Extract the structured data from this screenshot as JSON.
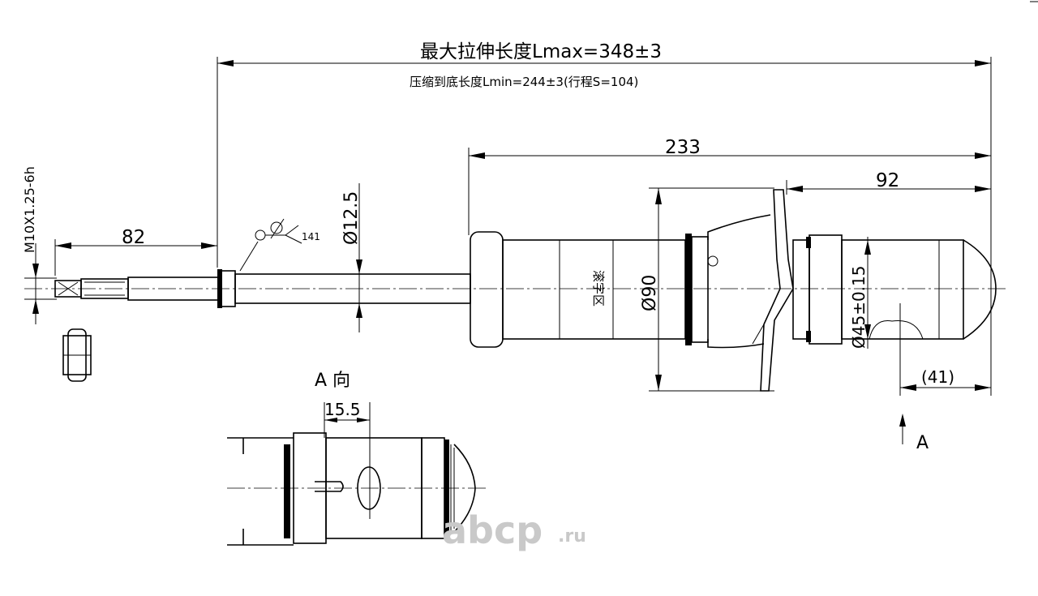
{
  "dimensions": {
    "lmax": "最大拉伸长度Lmax=348±3",
    "lmin": "压缩到底长度Lmin=244±3(行程S=104)",
    "body_length": "233",
    "mount_to_end": "92",
    "rod_thread_length": "82",
    "thread_spec": "M10X1.25-6h",
    "rod_diameter": "Ø12.5",
    "roughness_value": "141",
    "body_diameter": "Ø90",
    "collar_diameter": "Ø45±0.15",
    "eye_length": "(41)",
    "detail_width": "15.5"
  },
  "labels": {
    "zone_text": "滚字区",
    "view_arrow": "A",
    "view_title": "A 向"
  },
  "watermark": {
    "text": "abcp",
    "suffix": ".ru"
  }
}
